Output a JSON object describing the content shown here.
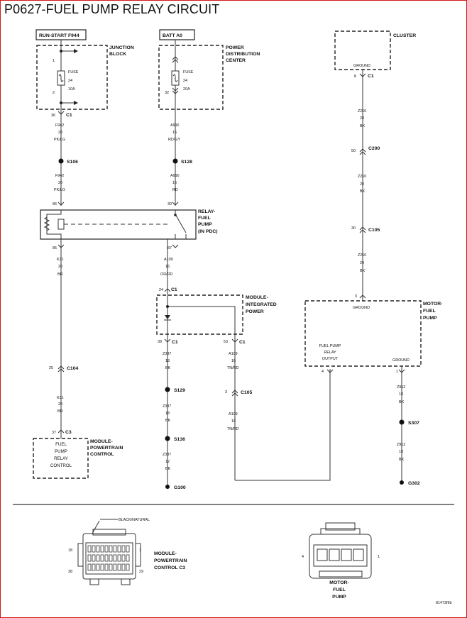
{
  "title": "P0627-FUEL PUMP RELAY CIRCUIT",
  "sources": {
    "run_start": "RUN-START F944",
    "batt": "BATT A0"
  },
  "blocks": {
    "junction": [
      "JUNCTION",
      "BLOCK"
    ],
    "pdc": [
      "POWER",
      "DISTRIBUTION",
      "CENTER"
    ],
    "cluster": "CLUSTER",
    "relay": [
      "RELAY-",
      "FUEL",
      "PUMP",
      "(IN PDC)"
    ],
    "mip": [
      "MODULE-",
      "INTEGRATED",
      "POWER"
    ],
    "motor": [
      "MOTOR-",
      "FUEL",
      "PUMP"
    ],
    "pcm": [
      "MODULE-",
      "POWERTRAIN",
      "CONTROL"
    ],
    "pcm_box": [
      "FUEL",
      "PUMP",
      "RELAY",
      "CONTROL"
    ],
    "motor_inside": {
      "ground": "GROUND",
      "output": [
        "FUEL PUMP",
        "RELAY",
        "OUTPUT"
      ],
      "ground2": "GROUND"
    },
    "cluster_ground": "GROUND"
  },
  "fuses": {
    "f1": [
      "FUSE",
      "24",
      "10A"
    ],
    "f2": [
      "FUSE",
      "24",
      "20A"
    ]
  },
  "pins": {
    "jb_top": "1",
    "jb_bot": "2",
    "jb_c1": "36",
    "pdc_bot": "32",
    "cl_c1": "8",
    "c200": "50",
    "c105a": "30",
    "motor_top": "3",
    "relay_86": "86",
    "relay_30": "30",
    "relay_85": "85",
    "relay_87": "87",
    "mip_top": "24",
    "mip_l": "39",
    "mip_r": "53",
    "c104": "25",
    "c3": "37",
    "motor_out": "4",
    "motor_gnd": "1",
    "c105b": "3"
  },
  "connectors": {
    "c1": "C1",
    "c200": "C200",
    "c105": "C105",
    "c104": "C104",
    "c3": "C3"
  },
  "splices": {
    "s106": "S106",
    "s128": "S128",
    "s129": "S129",
    "s136": "S136",
    "s307": "S307",
    "g100": "G100",
    "g302": "G302"
  },
  "wires": {
    "w1": [
      "F942",
      "20",
      "PK/LG"
    ],
    "w2": [
      "F942",
      "20",
      "PK/LG"
    ],
    "w3": [
      "A916",
      "16",
      "RD/GY"
    ],
    "w4": [
      "A916",
      "16",
      "RD"
    ],
    "w5": [
      "Z210",
      "20",
      "BK"
    ],
    "w6": [
      "Z210",
      "20",
      "BK"
    ],
    "w7": [
      "Z210",
      "20",
      "BK"
    ],
    "w8": [
      "K31",
      "20",
      "BR"
    ],
    "w9": [
      "A109",
      "16",
      "OR/RD"
    ],
    "w10": [
      "Z387",
      "18",
      "BK"
    ],
    "w11": [
      "A109",
      "16",
      "TN/RD"
    ],
    "w12": [
      "K31",
      "20",
      "BR"
    ],
    "w13": [
      "Z387",
      "18",
      "BK"
    ],
    "w14": [
      "A109",
      "16",
      "TN/RD"
    ],
    "w15": [
      "Z387",
      "12",
      "BK"
    ],
    "w16": [
      "Z912",
      "18",
      "BK"
    ],
    "w17": [
      "Z912",
      "18",
      "BK"
    ]
  },
  "connector_views": {
    "pcm_label": [
      "MODULE-",
      "POWERTRAIN",
      "CONTROL C3"
    ],
    "pcm_color": "BLACK/NATURAL",
    "pcm_pins": {
      "tl": "18",
      "tr": "1",
      "bl": "38",
      "br": "29"
    },
    "motor_label": [
      "MOTOR-",
      "FUEL",
      "PUMP"
    ],
    "motor_pins": {
      "l": "4",
      "r": "1"
    }
  },
  "code": "81473f9b"
}
